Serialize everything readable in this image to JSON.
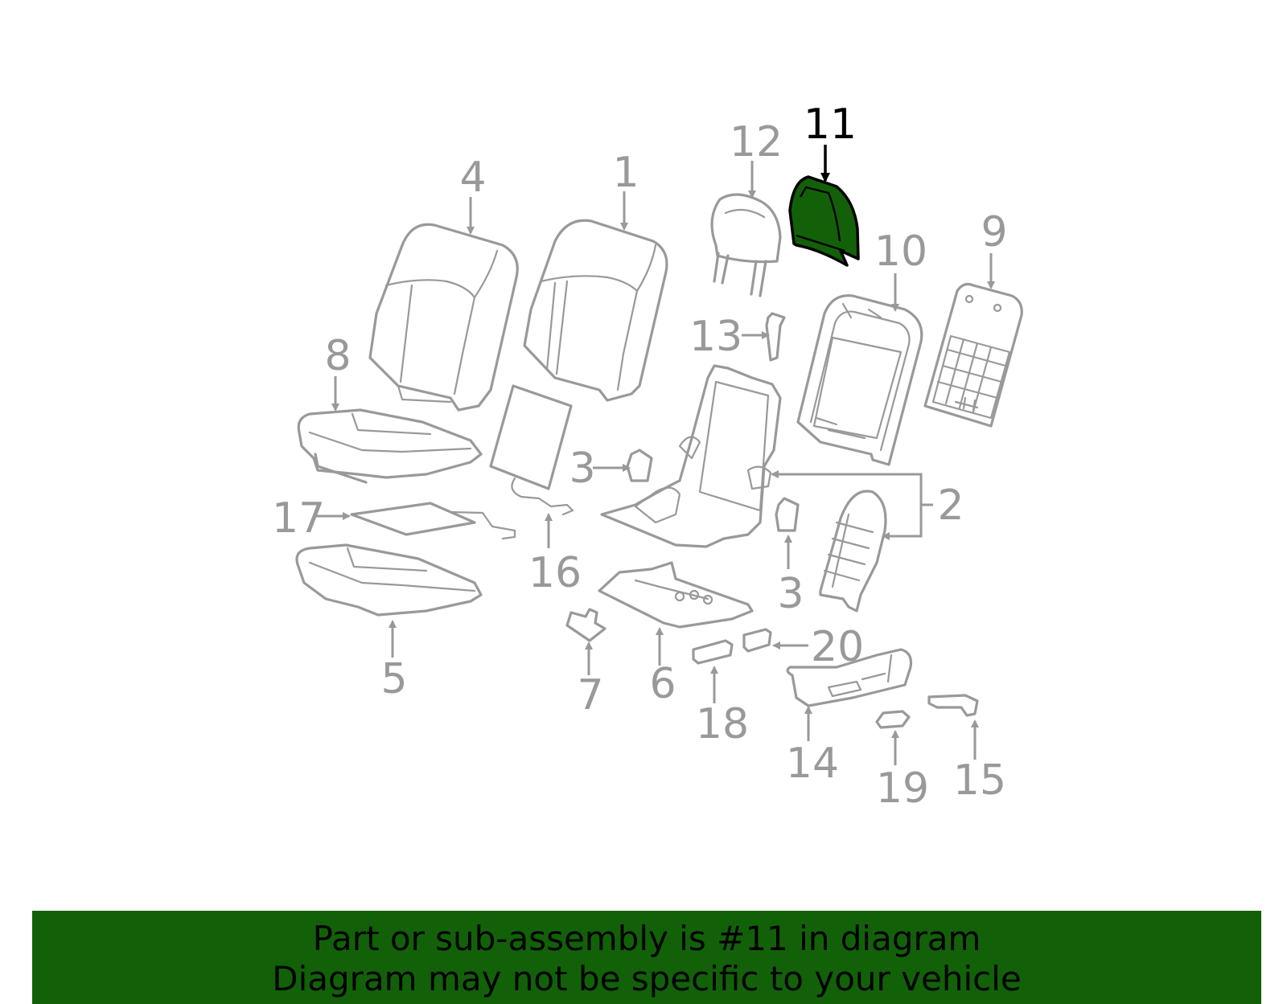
{
  "diagram": {
    "selected_part": "11",
    "callouts": {
      "c1": "1",
      "c2": "2",
      "c3a": "3",
      "c3b": "3",
      "c4": "4",
      "c5": "5",
      "c6": "6",
      "c7": "7",
      "c8": "8",
      "c9": "9",
      "c10": "10",
      "c11": "11",
      "c12": "12",
      "c13": "13",
      "c14": "14",
      "c15": "15",
      "c16": "16",
      "c17": "17",
      "c18": "18",
      "c19": "19",
      "c20": "20"
    }
  },
  "banner": {
    "line1": "Part or sub-assembly is #11 in diagram",
    "line2": "Diagram may not be specific to your vehicle"
  },
  "colors": {
    "highlight": "#126109",
    "part_outline": "#999999",
    "selected_outline": "#000000"
  }
}
